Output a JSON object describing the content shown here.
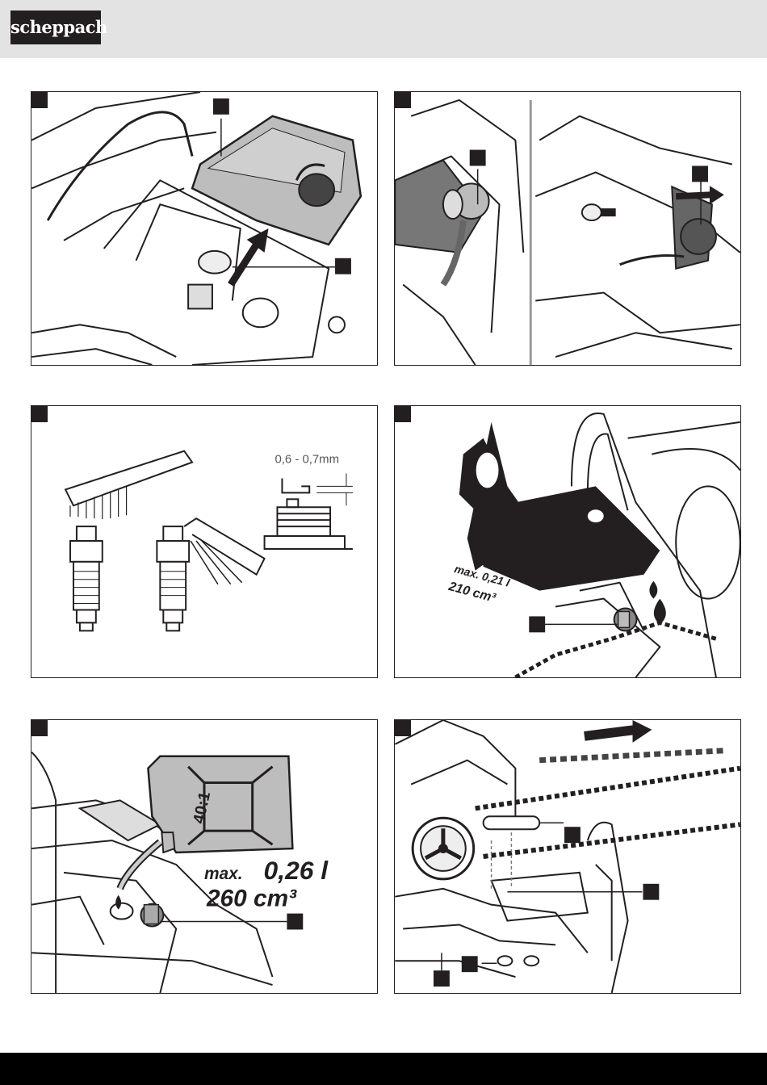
{
  "header": {
    "brand": "scheppach"
  },
  "figures": [
    {
      "id": "fig-air-filter"
    },
    {
      "id": "fig-spark-plug-removal"
    },
    {
      "id": "fig-spark-plug-gap",
      "gap_label": "0,6 - 0,7mm"
    },
    {
      "id": "fig-chain-oil",
      "capacity_line1": "max. 0,21 l",
      "capacity_line2": "210 cm³"
    },
    {
      "id": "fig-fuel",
      "ratio_label": "40:1",
      "capacity_line1_prefix": "max.",
      "capacity_line1_value": "0,26 l",
      "capacity_line2": "260 cm³"
    },
    {
      "id": "fig-chain-mount"
    }
  ],
  "colors": {
    "ink": "#231f20",
    "header_bg": "#e3e3e3",
    "footer_bg": "#000000",
    "fill_grey": "#bdbdbd"
  }
}
